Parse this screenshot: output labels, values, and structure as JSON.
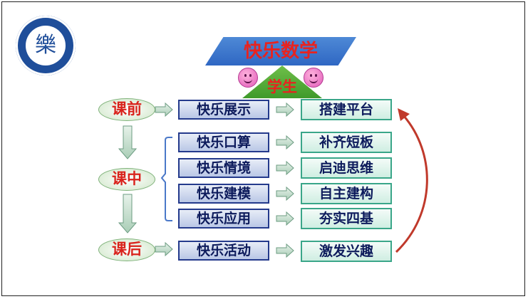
{
  "logo": {
    "char": "樂"
  },
  "title": "快乐数学",
  "student": "学生",
  "stages": [
    "课前",
    "课中",
    "课后"
  ],
  "left_boxes": [
    "快乐展示",
    "快乐口算",
    "快乐情境",
    "快乐建模",
    "快乐应用",
    "快乐活动"
  ],
  "right_boxes": [
    "搭建平台",
    "补齐短板",
    "启迪思维",
    "自主建构",
    "夯实四基",
    "激发兴趣"
  ],
  "colors": {
    "title_fill": "#3a78cf",
    "triangle_fill": "#55ad39",
    "red_text": "#e8231f",
    "box_border": "#243a8c",
    "right_border": "#3aa689",
    "cycle_arrow": "#c0392b"
  },
  "icons": [
    "logo-emblem",
    "smiley-face-icon",
    "arrow-right-icon",
    "arrow-down-icon",
    "cycle-arrow-icon"
  ]
}
